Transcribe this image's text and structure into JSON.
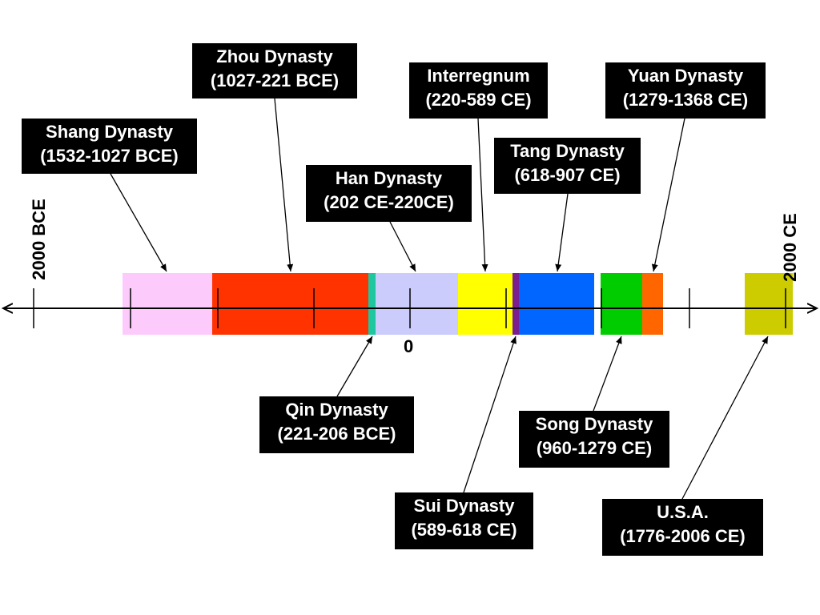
{
  "timeline": {
    "start_label": "2000 BCE",
    "end_label": "2000 CE",
    "zero_label": "0",
    "segments": [
      {
        "key": "shang",
        "color": "#fccbfc"
      },
      {
        "key": "zhou",
        "color": "#ff3300"
      },
      {
        "key": "qin",
        "color": "#1fc7a0"
      },
      {
        "key": "han",
        "color": "#cbcbfc"
      },
      {
        "key": "interregnum",
        "color": "#ffff00"
      },
      {
        "key": "sui",
        "color": "#7a1f8f"
      },
      {
        "key": "tang",
        "color": "#0066ff"
      },
      {
        "key": "song",
        "color": "#00cc00"
      },
      {
        "key": "yuan",
        "color": "#ff6600"
      },
      {
        "key": "usa",
        "color": "#cccc00"
      }
    ]
  },
  "labels": {
    "shang": {
      "line1": "Shang Dynasty",
      "line2": "(1532-1027 BCE)"
    },
    "zhou": {
      "line1": "Zhou Dynasty",
      "line2": "(1027-221 BCE)"
    },
    "qin": {
      "line1": "Qin Dynasty",
      "line2": "(221-206 BCE)"
    },
    "han": {
      "line1": "Han Dynasty",
      "line2": "(202 CE-220CE)"
    },
    "interregnum": {
      "line1": "Interregnum",
      "line2": "(220-589 CE)"
    },
    "sui": {
      "line1": "Sui Dynasty",
      "line2": "(589-618 CE)"
    },
    "tang": {
      "line1": "Tang Dynasty",
      "line2": "(618-907 CE)"
    },
    "song": {
      "line1": "Song Dynasty",
      "line2": "(960-1279 CE)"
    },
    "yuan": {
      "line1": "Yuan Dynasty",
      "line2": "(1279-1368 CE)"
    },
    "usa": {
      "line1": "U.S.A.",
      "line2": "(1776-2006 CE)"
    }
  }
}
